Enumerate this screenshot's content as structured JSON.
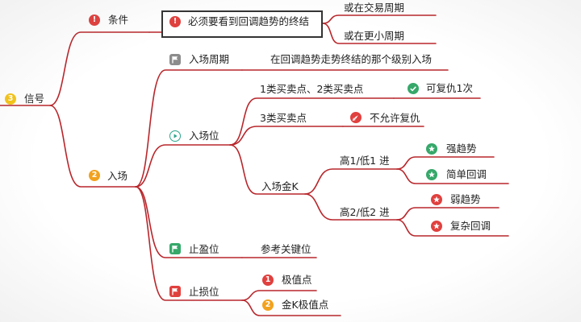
{
  "colors": {
    "branch": "#b8262b",
    "red": "#e0403e",
    "orange": "#f2a21d",
    "green": "#36a86a",
    "gray": "#8c8c8c",
    "teal": "#2aa58a",
    "yellow": "#f5c518"
  },
  "root": {
    "label": "信号",
    "icon": "number-3-badge"
  },
  "condition": {
    "label": "条件",
    "icon": "exclamation-badge",
    "key": {
      "label": "必须要看到回调趋势的终结",
      "icon": "exclamation-badge"
    },
    "options": [
      "或在交易周期",
      "或在更小周期"
    ]
  },
  "entry": {
    "label": "入场",
    "icon": "number-2-badge",
    "period": {
      "label": "入场周期",
      "icon": "flag-icon",
      "detail": "在回调趋势走势终结的那个级别入场"
    },
    "position": {
      "label": "入场位",
      "icon": "play-icon",
      "point12": {
        "label": "1类买卖点、2类买卖点",
        "icon": "check-icon",
        "note": "可复仇1次"
      },
      "point3": {
        "label": "3类买卖点",
        "icon": "rocket-icon",
        "note": "不允许复仇"
      },
      "golden_k": {
        "label": "入场金K",
        "hl1": {
          "label": "高1/低1 进",
          "items": [
            "强趋势",
            "简单回调"
          ],
          "icon": "star-icon"
        },
        "hl2": {
          "label": "高2/低2 进",
          "items": [
            "弱趋势",
            "复杂回调"
          ],
          "icon": "star-icon"
        }
      }
    },
    "take_profit": {
      "label": "止盈位",
      "icon": "flag-icon",
      "detail": "参考关键位"
    },
    "stop_loss": {
      "label": "止损位",
      "icon": "flag-icon",
      "items": [
        {
          "num": "1",
          "label": "极值点"
        },
        {
          "num": "2",
          "label": "金K极值点"
        }
      ]
    }
  }
}
